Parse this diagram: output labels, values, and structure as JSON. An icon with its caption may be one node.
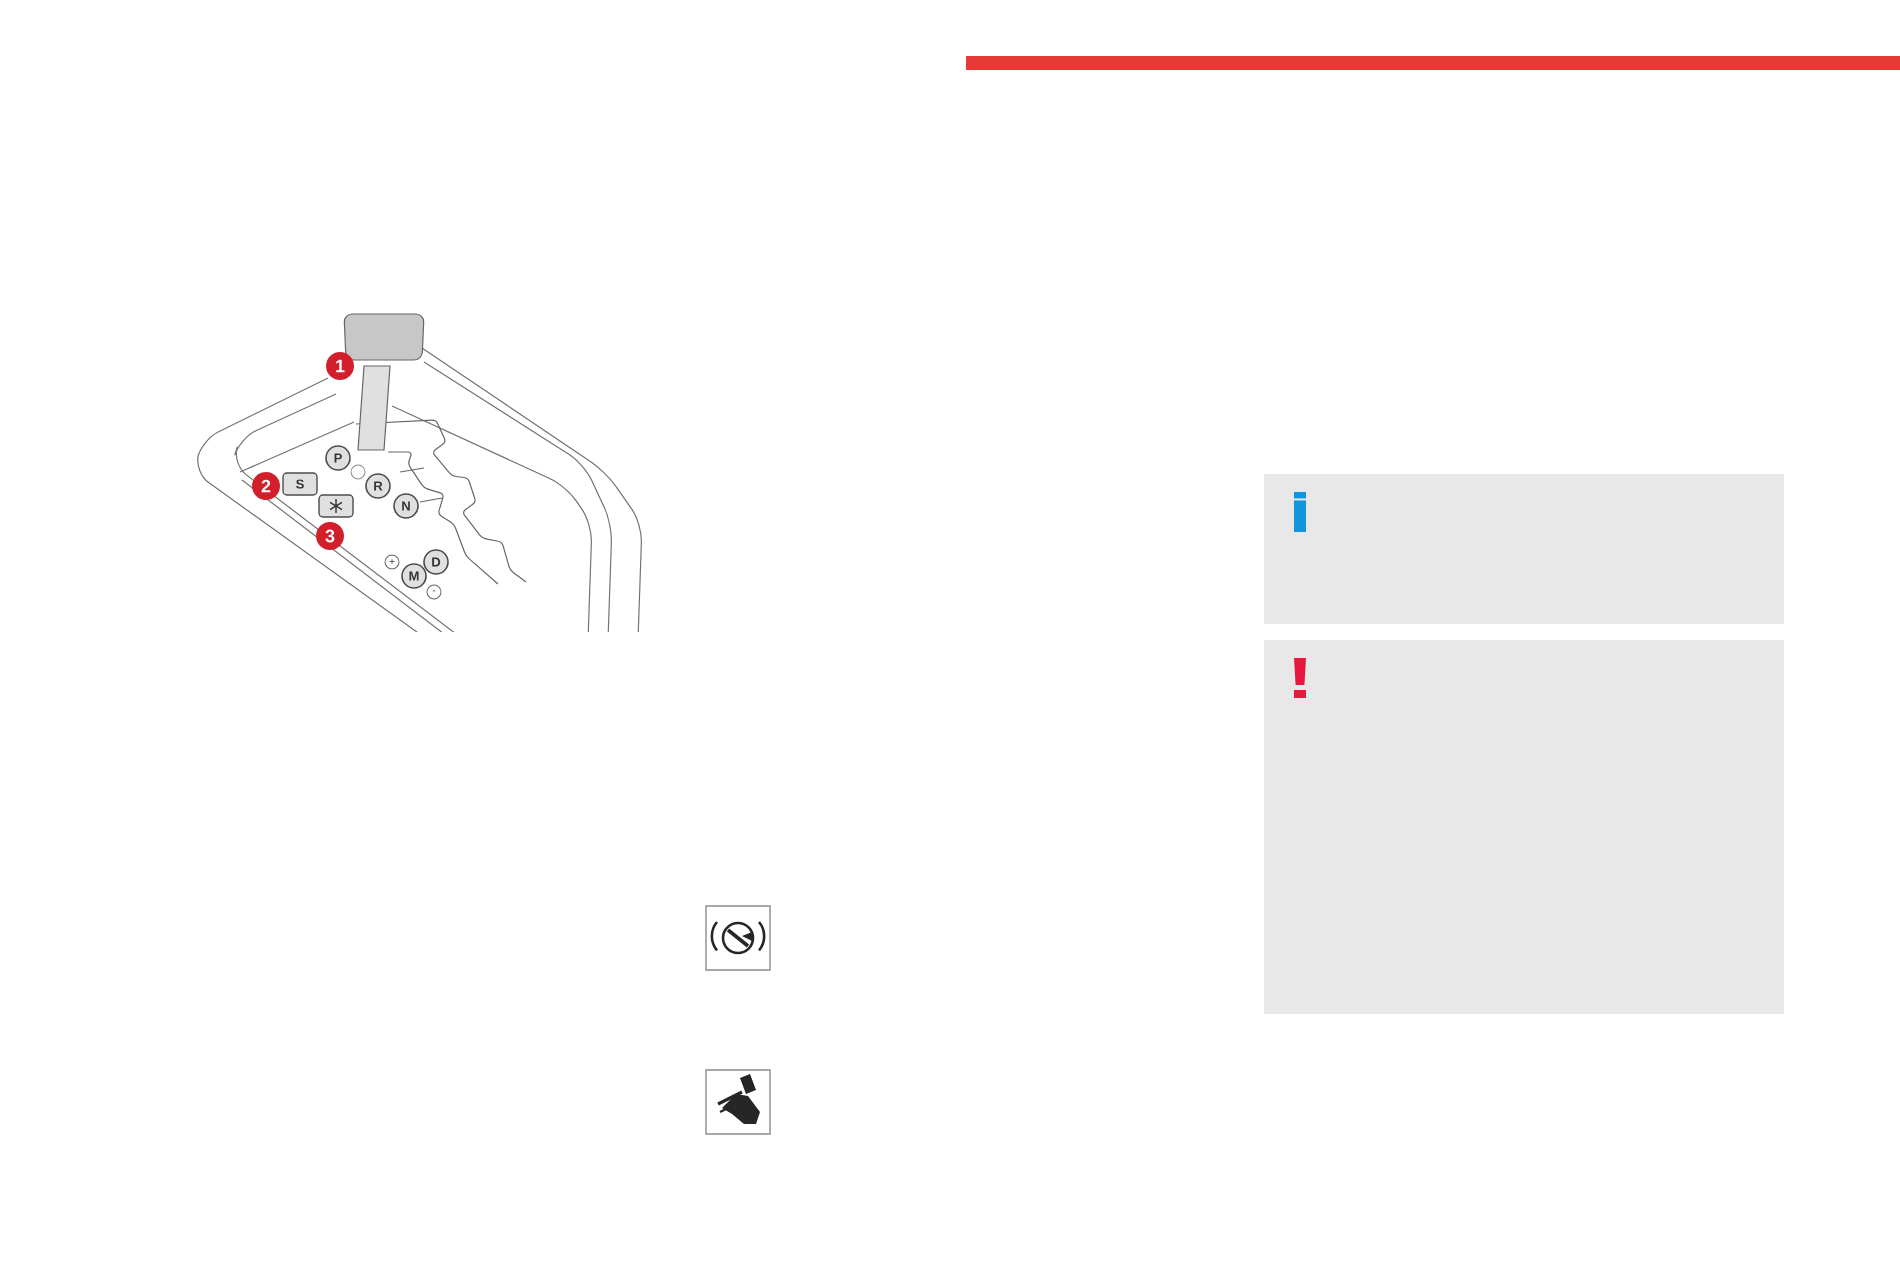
{
  "diagram": {
    "labels": [
      "1",
      "P",
      "2",
      "S",
      "R",
      "N",
      "3",
      "+",
      "D",
      "M",
      "-"
    ]
  }
}
